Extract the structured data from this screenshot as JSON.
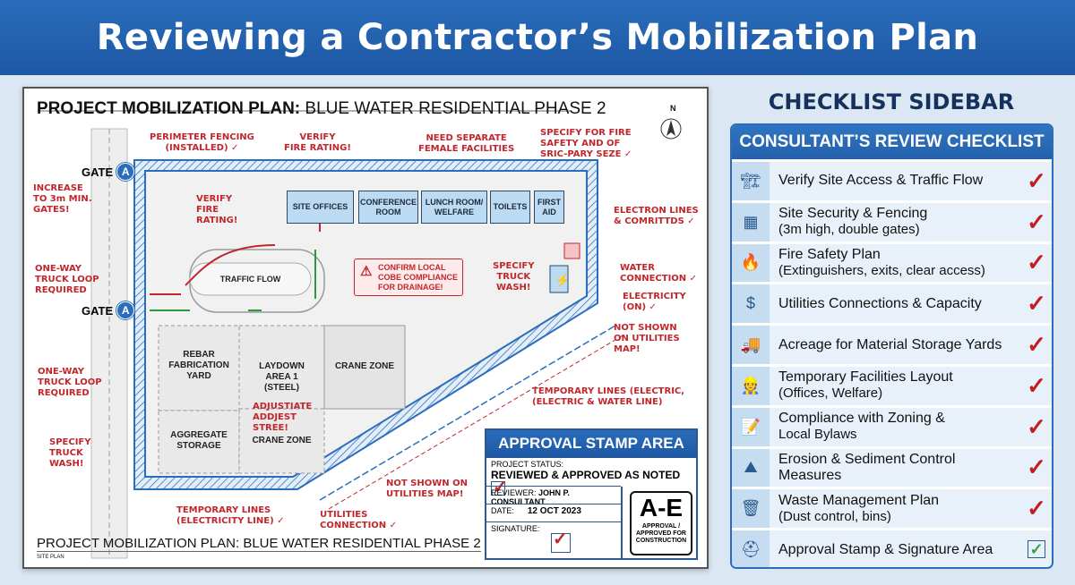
{
  "header": {
    "title": "Reviewing a Contractor’s Mobilization Plan"
  },
  "plan": {
    "title_bold": "PROJECT MOBILIZATION PLAN:",
    "title_rest": " BLUE WATER RESIDENTIAL PHASE 2",
    "footer_title": "PROJECT MOBILIZATION PLAN: BLUE WATER RESIDENTIAL PHASE 2",
    "footer_sub": "SITE PLAN",
    "north": "N",
    "gate_label": "GATE",
    "gate_letter": "A",
    "buildings": [
      "SITE OFFICES",
      "CONFERENCE\nROOM",
      "LUNCH ROOM/\nWELFARE",
      "TOILETS",
      "FIRST\nAID"
    ],
    "traffic_flow": "TRAFFIC FLOW",
    "warning": "CONFIRM LOCAL\nCOBE COMPLIANCE\nFOR DRAINAGE!",
    "zones": [
      "REBAR\nFABRICATION\nYARD",
      "LAYDOWN\nAREA 1\n(STEEL)",
      "CRANE ZONE",
      "AGGREGATE\nSTORAGE",
      "CRANE ZONE"
    ],
    "annotations": [
      "PERIMETER FENCING\n(INSTALLED) ✓",
      "VERIFY\nFIRE RATING!",
      "NEED SEPARATE\nFEMALE FACILITIES",
      "SPECIFY FOR FIRE\nSAFETY AND OF\nSRIC-PARY SEZE ✓",
      "INCREASE\nTO 3m MIN.\nGATES!",
      "VERIFY\nFIRE\nRATING!",
      "ELECTRON LINES\n& COMRITTDS ✓",
      "ONE-WAY\nTRUCK LOOP\nREQUIRED",
      "SPECIFY\nTRUCK\nWASH!",
      "WATER\nCONNECTION ✓",
      "ELECTRICITY\n(ON) ✓",
      "NOT SHOWN\nON UTILITIES\nMAP!",
      "ONE-WAY\nTRUCK LOOP\nREQUIRED",
      "TEMPORARY LINES (ELECTRIC,\n(ELECTRIC & WATER LINE)",
      "ADJUSTIATE\nADDJEST\nSTREE!",
      "SPECIFY\nTRUCK\nWASH!",
      "NOT SHOWN ON\nUTILITIES MAP!",
      "TEMPORARY LINES\n(ELECTRICITY LINE) ✓",
      "UTILITIES\nCONNECTION ✓"
    ],
    "stamp": {
      "title": "APPROVAL STAMP AREA",
      "status_label": "PROJECT STATUS:",
      "status_value": "REVIEWED & APPROVED AS NOTED",
      "reviewer_label": "REVIEWER:",
      "reviewer_value": "JOHN P. CONSULTANT",
      "date_label": "DATE:",
      "date_value": "12 OCT 2023",
      "signature_label": "SIGNATURE:",
      "code": "A-E",
      "code_desc": "APPROVAL /\nAPPROVED FOR\nCONSTRUCTION"
    }
  },
  "sidebar": {
    "title": "CHECKLIST SIDEBAR",
    "header": "CONSULTANT’S REVIEW CHECKLIST",
    "items": [
      {
        "icon": "crane-icon",
        "label": "Verify Site Access & Traffic Flow",
        "sub": "",
        "checked": true
      },
      {
        "icon": "fence-icon",
        "label": "Site Security & Fencing",
        "sub": "(3m high, double gates)",
        "checked": true
      },
      {
        "icon": "fire-icon",
        "label": "Fire Safety Plan",
        "sub": "(Extinguishers, exits, clear access)",
        "checked": true
      },
      {
        "icon": "money-hand-icon",
        "label": "Utilities Connections & Capacity",
        "sub": "",
        "checked": true
      },
      {
        "icon": "truck-icon",
        "label": "Acreage for Material Storage Yards",
        "sub": "",
        "checked": true
      },
      {
        "icon": "worker-icon",
        "label": "Temporary Facilities Layout",
        "sub": "(Offices, Welfare)",
        "checked": true
      },
      {
        "icon": "document-pen-icon",
        "label": "Compliance with Zoning &",
        "sub": "Local Bylaws",
        "checked": true
      },
      {
        "icon": "erosion-icon",
        "label": "Erosion & Sediment Control Measures",
        "sub": "",
        "checked": true
      },
      {
        "icon": "trash-bin-icon",
        "label": "Waste Management Plan",
        "sub": "(Dust control, bins)",
        "checked": true
      },
      {
        "icon": "hard-hat-icon",
        "label": "Approval Stamp & Signature Area",
        "sub": "",
        "checked": true
      }
    ]
  },
  "colors": {
    "brand_blue": "#2a6dbb",
    "annotation_red": "#c0272d",
    "check_red": "#c01d25",
    "check_green": "#3aa04a",
    "building_fill": "#bcdaf2"
  }
}
